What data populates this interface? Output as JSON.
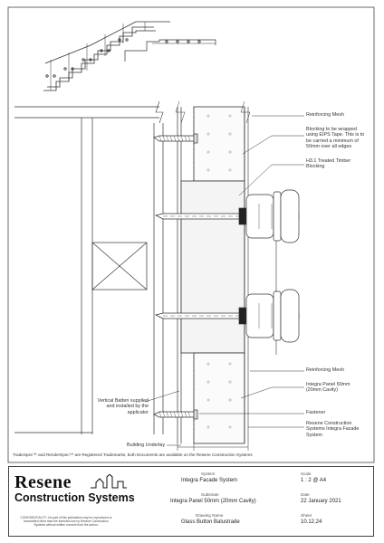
{
  "callouts": {
    "reinforcing_mesh_top": "Reinforcing Mesh",
    "blocking_note": "Blocking to be wrapped\nusing EIPS Tape. This is to\nbe carried a minimum of\n50mm over all edges",
    "h31_blocking": "H3.1 Treated Timber\nBlocking",
    "reinforcing_mesh_bottom": "Reinforcing Mesh",
    "integra_panel": "Integra Panel 50mm\n(20mm Cavity)",
    "vertical_batten": "Vertical Batten supplied\nand installed by the\napplicator",
    "fastener": "Fastener",
    "resene_system": "Resene Construction\nSystems Integra Facade\nSystem",
    "building_underlay": "Building Underlay"
  },
  "trademark_note": "TradeSpec™ and RenderSpec™ are Registered Trademarks, both Documents are available on the Resene Construction Systems",
  "title_block": {
    "logo_main": "Resene",
    "logo_sub": "Construction Systems",
    "confidentiality": "CONFIDENTIALITY: No part of this publication may be reproduced or transmitted other than the intended use by Resene Construction Systems without written consent from the author.",
    "system_label": "System",
    "system_value": "Integra Facade System",
    "scale_label": "Scale",
    "scale_value": "1 : 2 @ A4",
    "substrate_label": "Substrate",
    "substrate_value": "Integra Panel 50mm (20mm Cavity)",
    "date_label": "Date",
    "date_value": "22 January 2021",
    "drawing_name_label": "Drawing Name",
    "drawing_name_value": "Glass Button Balustrade",
    "sheet_label": "Sheet",
    "sheet_value": "10.12.24"
  },
  "colors": {
    "line": "#333333",
    "hatch": "#888888",
    "blocking_fill": "#f4f4f4"
  }
}
